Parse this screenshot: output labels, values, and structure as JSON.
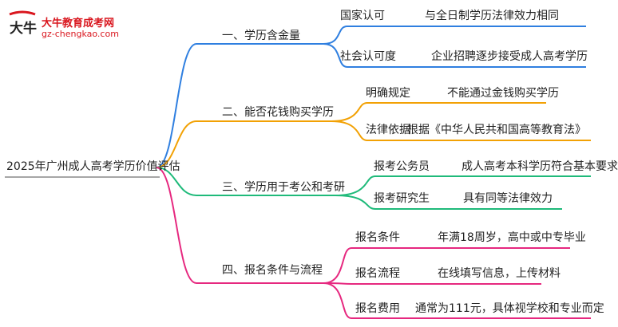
{
  "logo": {
    "brand_mark": "大牛",
    "title": "大牛教育成考网",
    "url": "gz-chengkao.com"
  },
  "root": "2025年广州成人高考学历价值评估",
  "colors": {
    "blue": "#2f7fe0",
    "orange": "#f2a104",
    "green": "#1fba7a",
    "pink": "#e6287f",
    "logo_red": "#d9161e"
  },
  "branches": [
    {
      "label": "一、学历含金量",
      "color": "blue",
      "children": [
        {
          "label": "国家认可",
          "value": "与全日制学历法律效力相同"
        },
        {
          "label": "社会认可度",
          "value": "企业招聘逐步接受成人高考学历"
        }
      ]
    },
    {
      "label": "二、能否花钱购买学历",
      "color": "orange",
      "children": [
        {
          "label": "明确规定",
          "value": "不能通过金钱购买学历"
        },
        {
          "label": "法律依据",
          "value": "根据《中华人民共和国高等教育法》"
        }
      ]
    },
    {
      "label": "三、学历用于考公和考研",
      "color": "green",
      "children": [
        {
          "label": "报考公务员",
          "value": "成人高考本科学历符合基本要求"
        },
        {
          "label": "报考研究生",
          "value": "具有同等法律效力"
        }
      ]
    },
    {
      "label": "四、报名条件与流程",
      "color": "pink",
      "children": [
        {
          "label": "报名条件",
          "value": "年满18周岁，高中或中专毕业"
        },
        {
          "label": "报名流程",
          "value": "在线填写信息，上传材料"
        },
        {
          "label": "报名费用",
          "value": "通常为111元，具体视学校和专业而定"
        }
      ]
    }
  ]
}
